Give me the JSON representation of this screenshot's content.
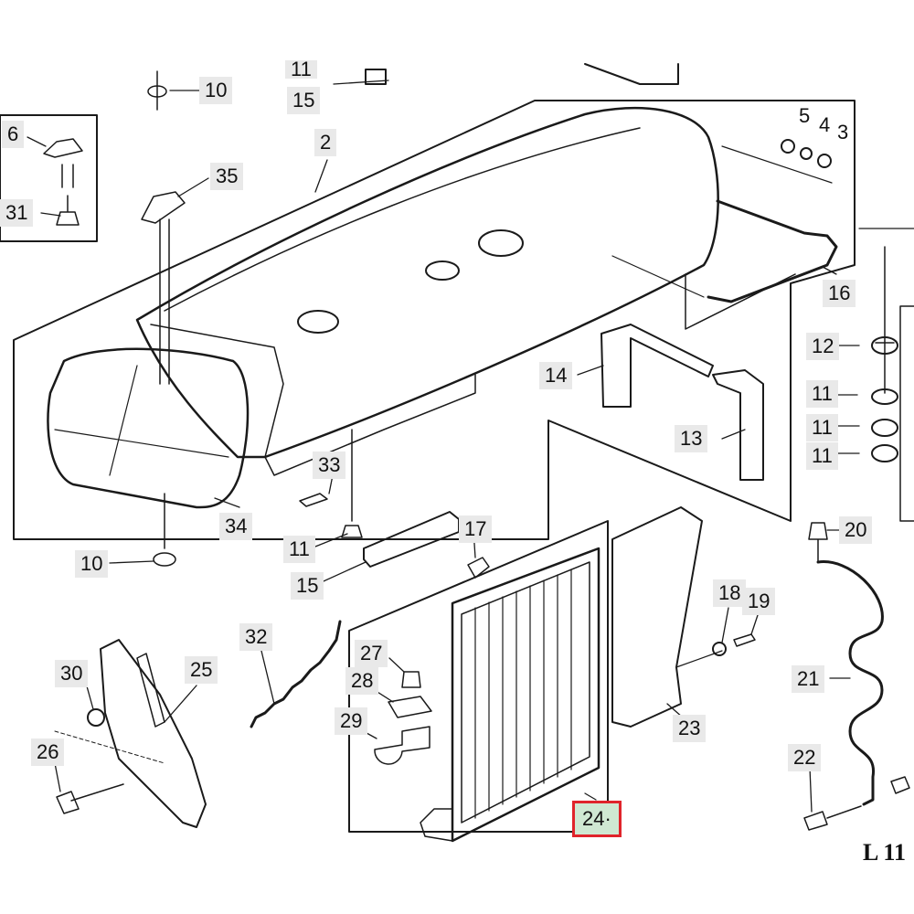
{
  "labels": {
    "p10a": "10",
    "p11top": "11",
    "p15top": "15",
    "p2": "2",
    "p5": "5",
    "p4": "4",
    "p3": "3",
    "p6": "6",
    "p31": "31",
    "p35": "35",
    "p16": "16",
    "p12": "12",
    "p11a": "11",
    "p11b": "11",
    "p11c": "11",
    "p14": "14",
    "p13": "13",
    "p33": "33",
    "p34": "34",
    "p11d": "11",
    "p10b": "10",
    "p17": "17",
    "p15b": "15",
    "p20": "20",
    "p18": "18",
    "p19": "19",
    "p32": "32",
    "p27": "27",
    "p28": "28",
    "p29": "29",
    "p30": "30",
    "p25": "25",
    "p26": "26",
    "p21": "21",
    "p23": "23",
    "p22": "22",
    "p24": "24·"
  },
  "corner_text": "L 11",
  "highlight_color": "#e0242b"
}
